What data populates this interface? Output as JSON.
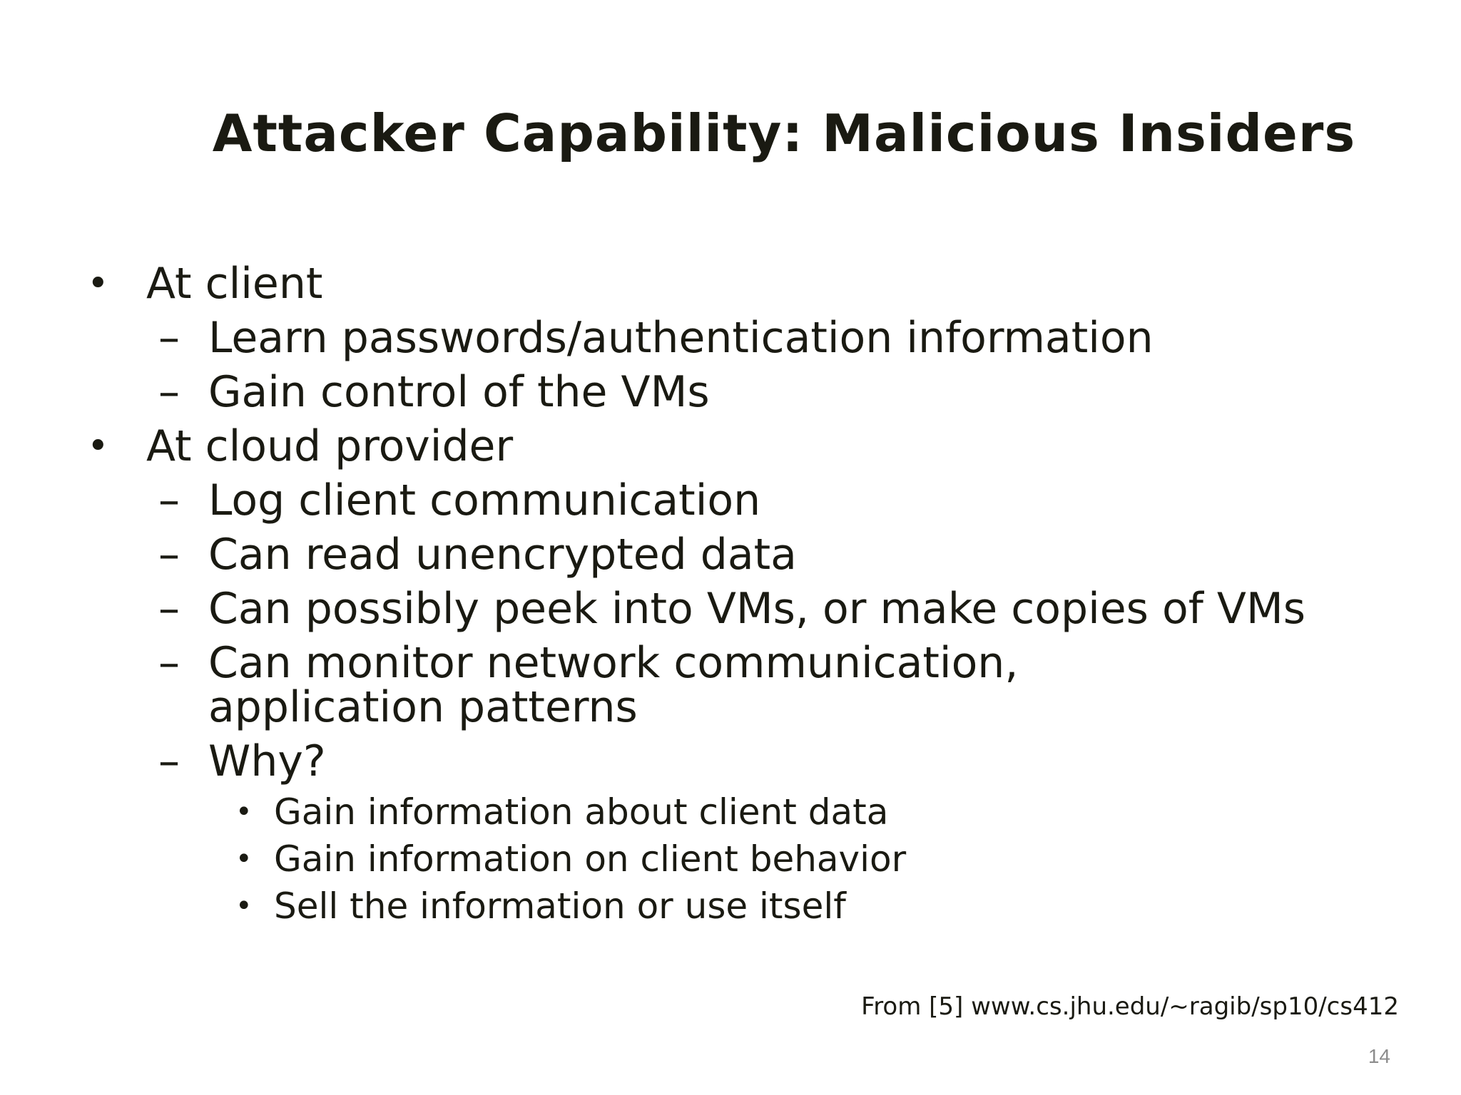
{
  "slide": {
    "title": "Attacker Capability: Malicious Insiders",
    "bullet_glyph": "•",
    "dash_glyph": "–",
    "items": [
      {
        "text": "At client",
        "children": [
          {
            "text": "Learn passwords/authentication information"
          },
          {
            "text": "Gain control of the VMs"
          }
        ]
      },
      {
        "text": "At cloud provider",
        "children": [
          {
            "text": "Log client communication"
          },
          {
            "text": "Can read unencrypted data"
          },
          {
            "text": "Can possibly peek into VMs, or make copies of VMs"
          },
          {
            "text": "Can monitor network communication, application patterns"
          },
          {
            "text": "Why?",
            "children": [
              {
                "text": "Gain information about client data"
              },
              {
                "text": "Gain information on client behavior"
              },
              {
                "text": "Sell the information or use itself"
              }
            ]
          }
        ]
      }
    ],
    "source": "From [5] www.cs.jhu.edu/~ragib/sp10/cs412",
    "page_number": "14"
  }
}
